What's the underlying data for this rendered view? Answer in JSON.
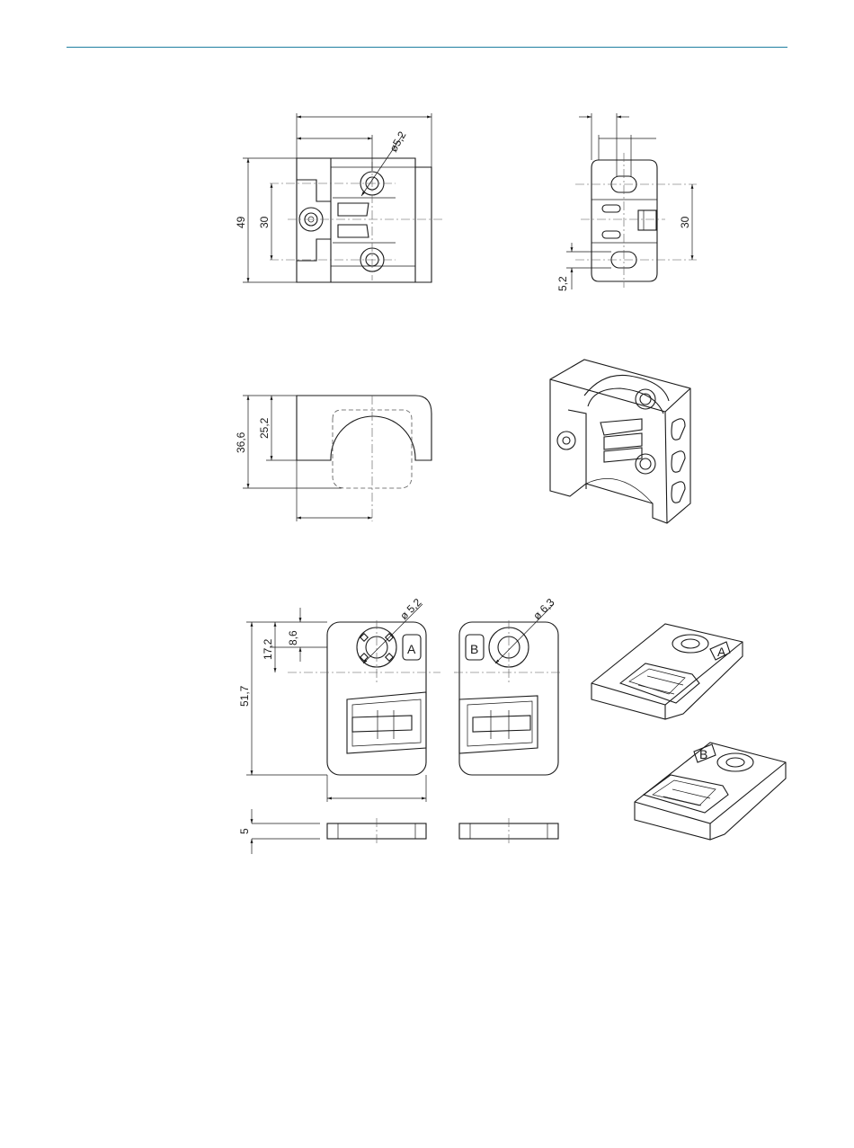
{
  "dimensions": {
    "d_hole_top": "ø5,2",
    "h_total": "49",
    "h_holes_front": "30",
    "h_holes_side": "30",
    "w_slot": "5,2",
    "h_total_bottom": "36,6",
    "h_arc": "25,2",
    "d_hole_a": "ø 5,2",
    "d_hole_b": "ø 6,3",
    "h_86": "8,6",
    "h_172": "17,2",
    "h_517": "51,7",
    "t_5": "5"
  },
  "tags": {
    "plate_a": "A",
    "plate_b": "B",
    "iso_a": "A",
    "iso_b": "B"
  },
  "colors": {
    "header_rule": "#1f7fa0",
    "line": "#1a1a1a"
  }
}
